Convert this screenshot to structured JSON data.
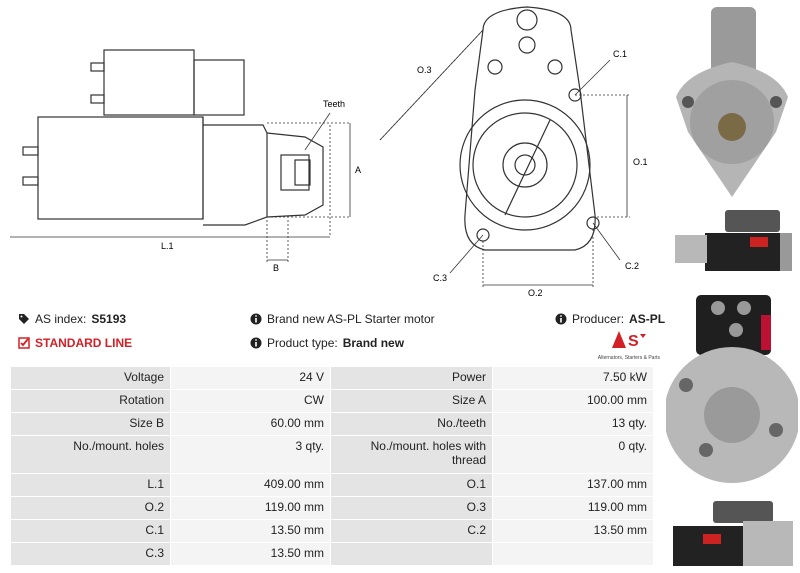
{
  "diagram": {
    "side": {
      "teeth": "Teeth",
      "a": "A",
      "b": "B",
      "l1": "L.1"
    },
    "front": {
      "o3": "O.3",
      "c1": "C.1",
      "o1": "O.1",
      "c3": "C.3",
      "c2": "C.2",
      "o2": "O.2"
    }
  },
  "info": {
    "as_index_label": "AS index:",
    "as_index_value": "S5193",
    "standard_line": "STANDARD LINE",
    "description": "Brand new AS-PL Starter motor",
    "product_type_label": "Product type:",
    "product_type_value": "Brand new",
    "producer_label": "Producer:",
    "producer_value": "AS-PL",
    "logo_tagline": "Alternators, Starters & Parts"
  },
  "specs": [
    [
      "Voltage",
      "24 V",
      "Power",
      "7.50 kW"
    ],
    [
      "Rotation",
      "CW",
      "Size A",
      "100.00 mm"
    ],
    [
      "Size B",
      "60.00 mm",
      "No./teeth",
      "13 qty."
    ],
    [
      "No./mount. holes",
      "3 qty.",
      "No./mount. holes with thread",
      "0 qty."
    ],
    [
      "L.1",
      "409.00 mm",
      "O.1",
      "137.00 mm"
    ],
    [
      "O.2",
      "119.00 mm",
      "O.3",
      "119.00 mm"
    ],
    [
      "C.1",
      "13.50 mm",
      "C.2",
      "13.50 mm"
    ],
    [
      "C.3",
      "13.50 mm",
      "",
      ""
    ]
  ],
  "colors": {
    "accent_red": "#d32027",
    "label_bg": "#e4e4e4",
    "value_bg": "#f4f4f4"
  }
}
